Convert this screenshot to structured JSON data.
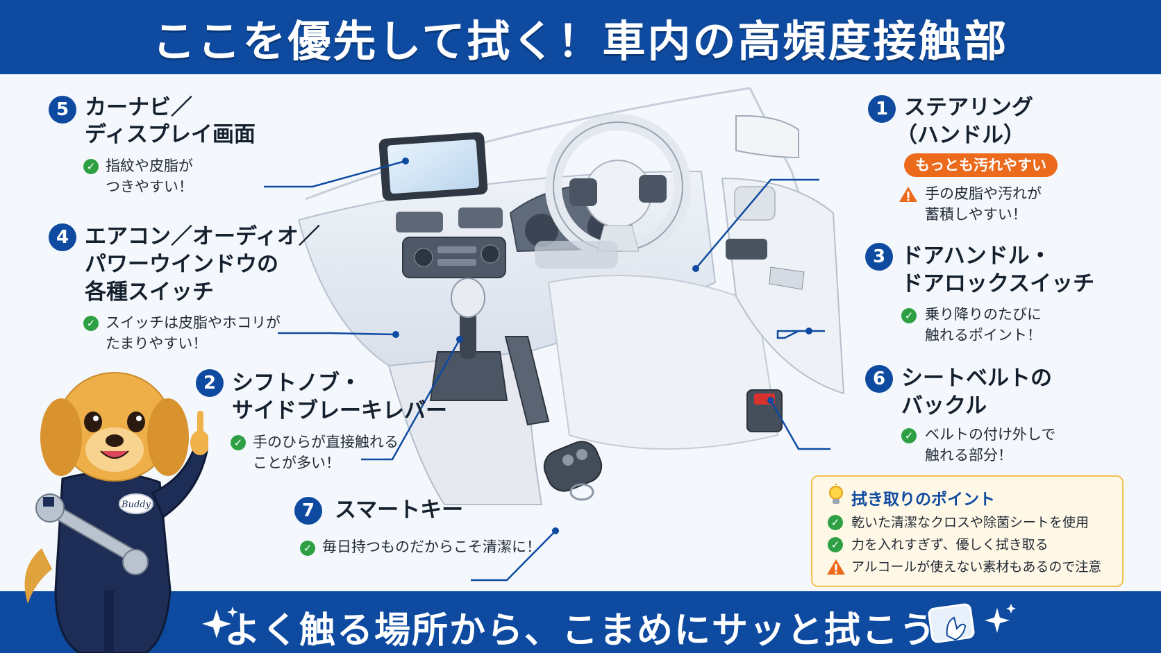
{
  "header": {
    "title": "ここを優先して拭く！車内の高頻度接触部"
  },
  "callouts": {
    "c1": {
      "number": "1",
      "title_line1": "ステアリング",
      "title_line2": "（ハンドル）",
      "tag": "もっとも汚れやすい",
      "note_line1": "手の皮脂や汚れが",
      "note_line2": "蓄積しやすい！"
    },
    "c2": {
      "number": "2",
      "title_line1": "シフトノブ・",
      "title_line2": "サイドブレーキレバー",
      "note_line1": "手のひらが直接触れる",
      "note_line2": "ことが多い！"
    },
    "c3": {
      "number": "3",
      "title_line1": "ドアハンドル・",
      "title_line2": "ドアロックスイッチ",
      "note_line1": "乗り降りのたびに",
      "note_line2": "触れるポイント！"
    },
    "c4": {
      "number": "4",
      "title_line1": "エアコン／オーディオ／",
      "title_line2": "パワーウインドウの",
      "title_line3": "各種スイッチ",
      "note_line1": "スイッチは皮脂やホコリが",
      "note_line2": "たまりやすい！"
    },
    "c5": {
      "number": "5",
      "title_line1": "カーナビ／",
      "title_line2": "ディスプレイ画面",
      "note_line1": "指紋や皮脂が",
      "note_line2": "つきやすい！"
    },
    "c6": {
      "number": "6",
      "title_line1": "シートベルトの",
      "title_line2": "バックル",
      "note_line1": "ベルトの付け外しで",
      "note_line2": "触れる部分！"
    },
    "c7": {
      "number": "7",
      "title": "スマートキー",
      "note": "毎日持つものだからこそ清潔に！"
    }
  },
  "tips": {
    "title": "拭き取りのポイント",
    "items": [
      {
        "icon": "check-icon",
        "text": "乾いた清潔なクロスや除菌シートを使用"
      },
      {
        "icon": "check-icon",
        "text": "力を入れすぎず、優しく拭き取る"
      },
      {
        "icon": "warning-icon",
        "text": "アルコールが使えない素材もあるので注意"
      }
    ]
  },
  "mascot": {
    "badge": "Buddy"
  },
  "footer": {
    "slogan": "よく触る場所から、こまめにサッと拭こう"
  },
  "colors": {
    "brand_blue": "#0d4aa0",
    "accent_orange": "#ec6a1c",
    "check_green": "#2ea043",
    "tips_border": "#f2c14e"
  }
}
